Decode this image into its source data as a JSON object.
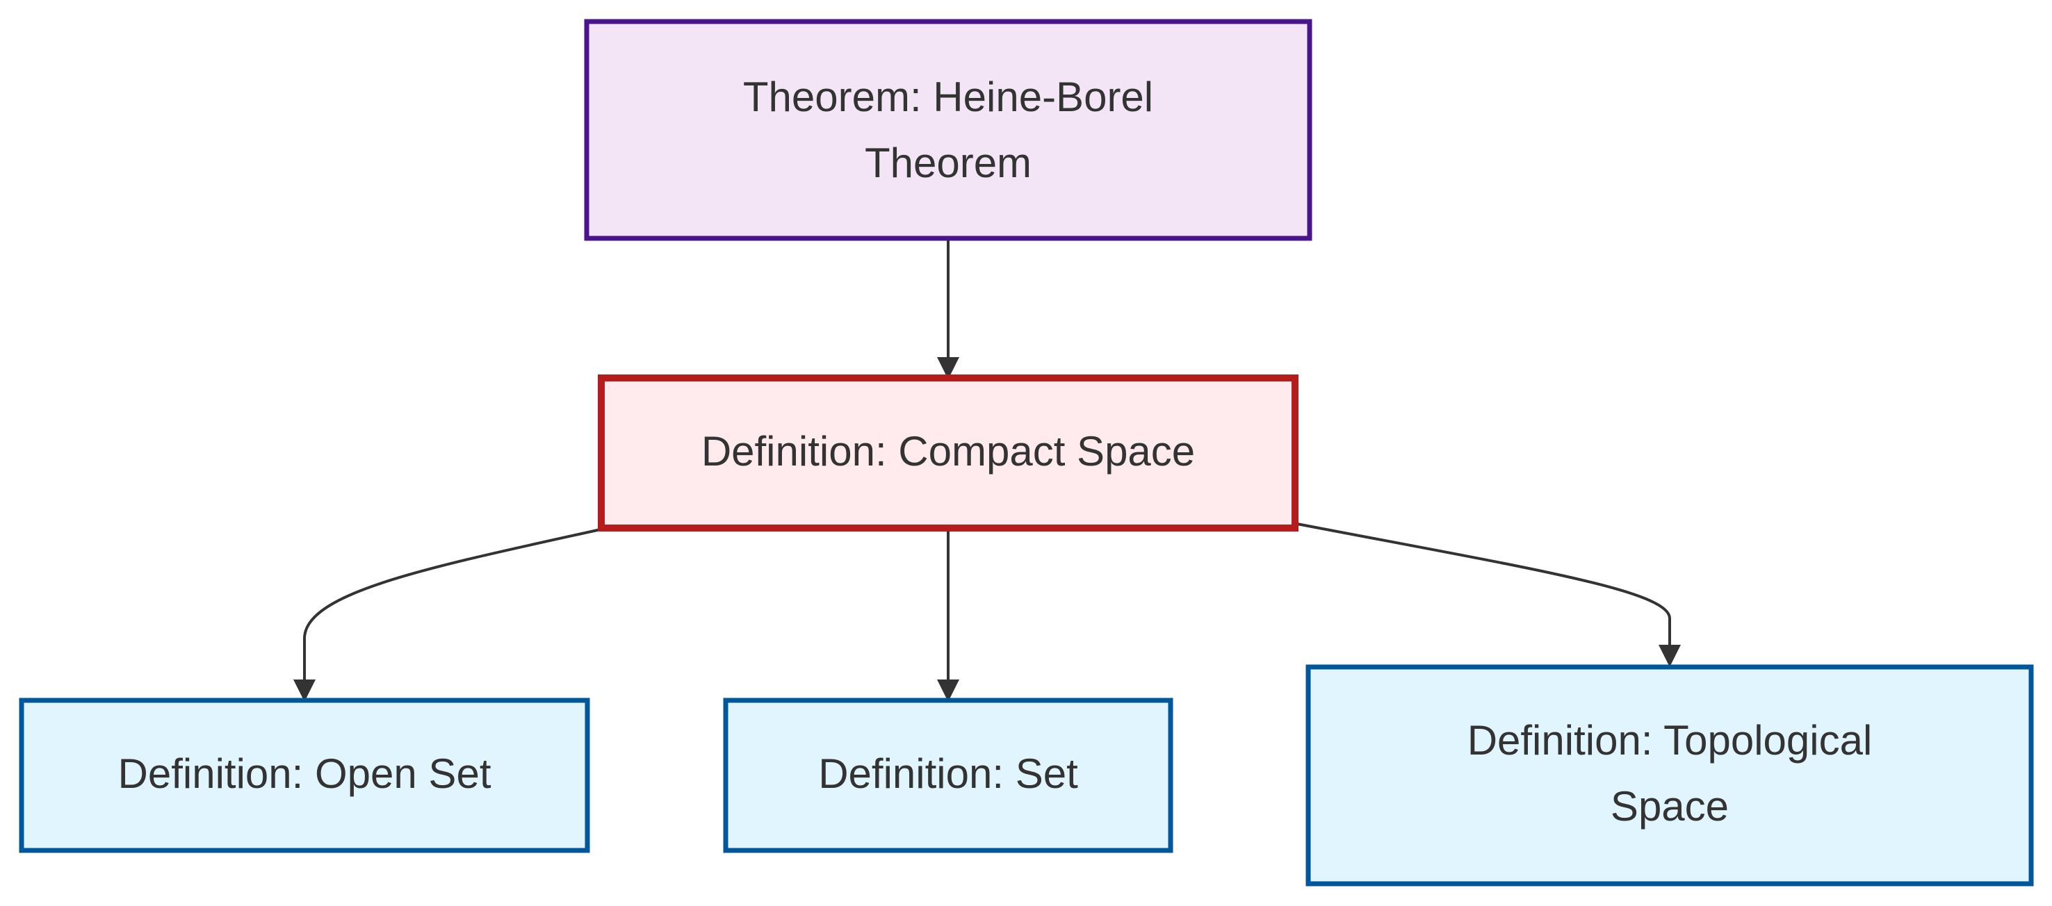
{
  "diagram": {
    "type": "flowchart",
    "direction": "top-to-bottom",
    "nodes": [
      {
        "id": "heine-borel",
        "kind": "theorem",
        "lines": [
          "Theorem: Heine-Borel",
          "Theorem"
        ]
      },
      {
        "id": "compact-space",
        "kind": "highlight",
        "lines": [
          "Definition: Compact Space"
        ]
      },
      {
        "id": "open-set",
        "kind": "definition",
        "lines": [
          "Definition: Open Set"
        ]
      },
      {
        "id": "set",
        "kind": "definition",
        "lines": [
          "Definition: Set"
        ]
      },
      {
        "id": "topological-space",
        "kind": "definition",
        "lines": [
          "Definition: Topological",
          "Space"
        ]
      }
    ],
    "edges": [
      {
        "from": "heine-borel",
        "to": "compact-space"
      },
      {
        "from": "compact-space",
        "to": "open-set"
      },
      {
        "from": "compact-space",
        "to": "set"
      },
      {
        "from": "compact-space",
        "to": "topological-space"
      }
    ],
    "styles": {
      "theorem": {
        "fill": "#f3e5f5",
        "stroke": "#4a148c"
      },
      "highlight": {
        "fill": "#ffebee",
        "stroke": "#b71c1c"
      },
      "definition": {
        "fill": "#e1f5fe",
        "stroke": "#01579b"
      },
      "edge": "#333333",
      "text": "#333333"
    }
  }
}
